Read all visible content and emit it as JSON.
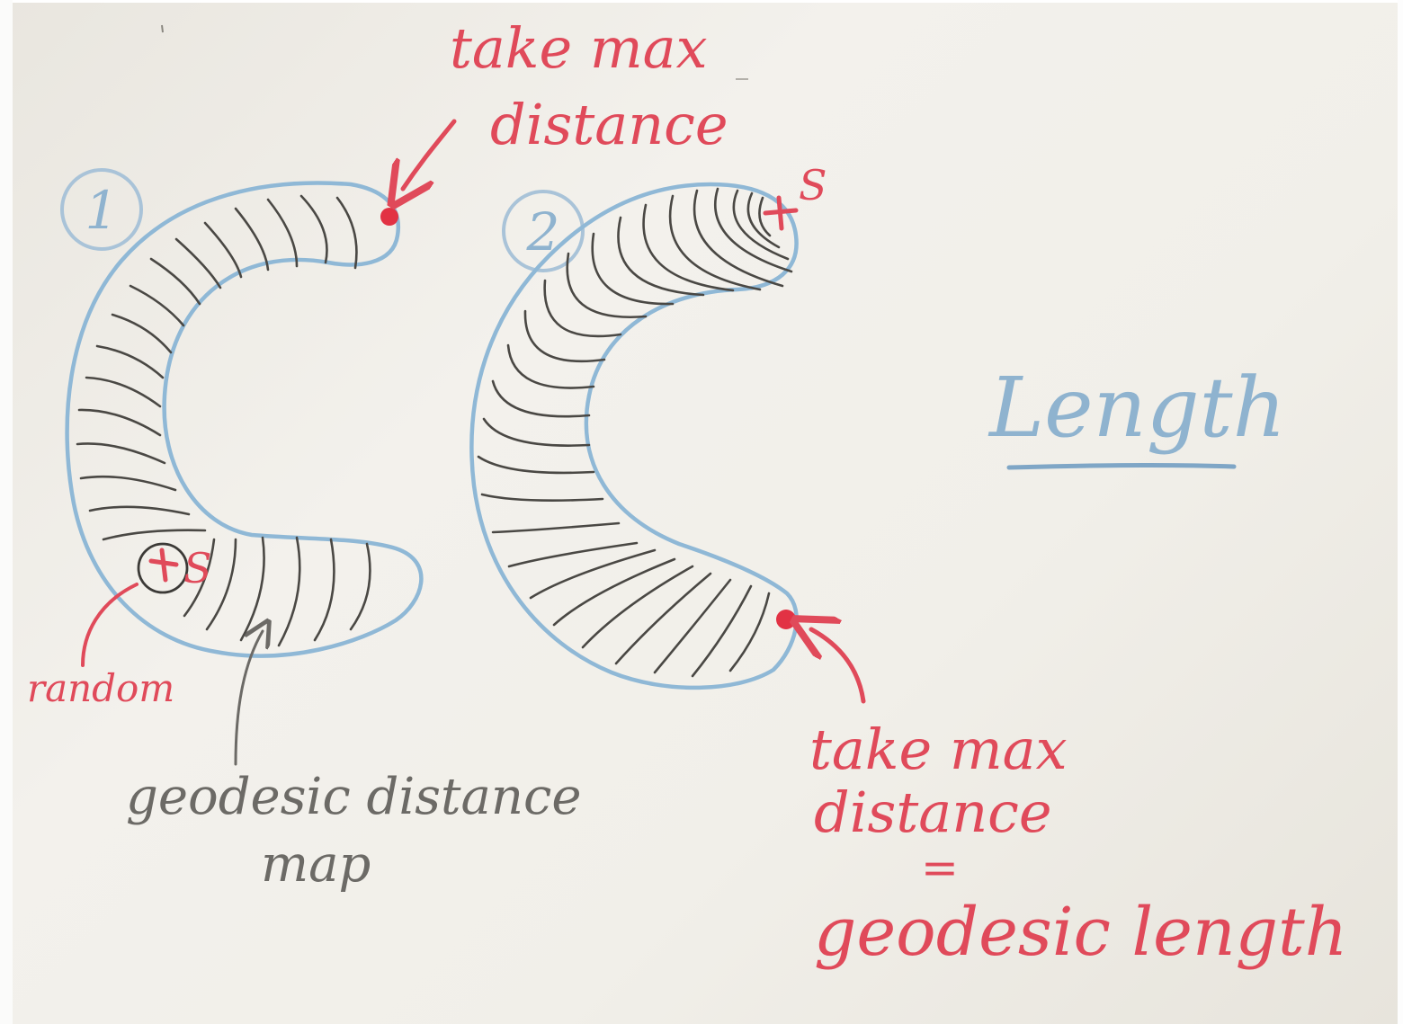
{
  "panels": [
    {
      "number": "1",
      "top_note": [
        "take max",
        "distance"
      ],
      "seed_label": "S",
      "seed_note": "random",
      "map_note": [
        "geodesic distance",
        "map"
      ]
    },
    {
      "number": "2",
      "seed_label": "S",
      "bottom_note": [
        "take max",
        "distance"
      ],
      "equals": "=",
      "result": "geodesic length"
    }
  ],
  "title": "Length",
  "colors": {
    "red": "#e04a5a",
    "blue": "#8fb3cf",
    "gray": "#6c6a66",
    "board": "#efece6"
  }
}
